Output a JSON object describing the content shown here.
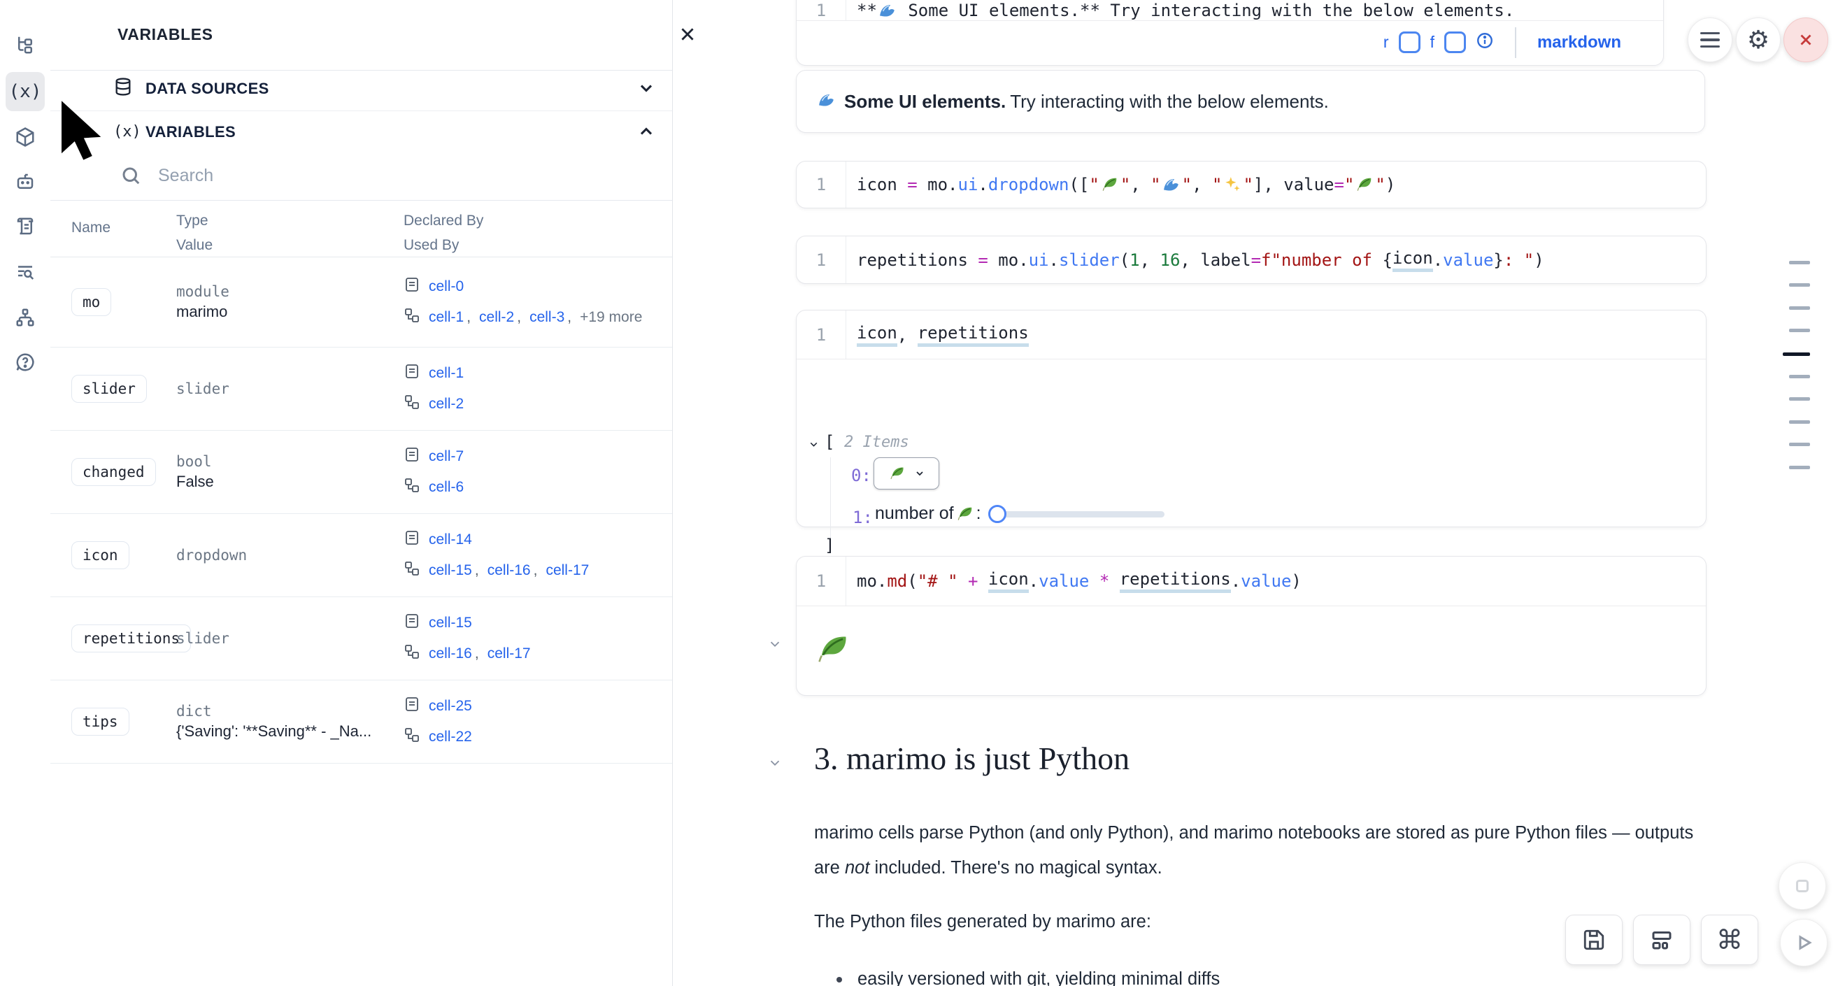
{
  "panel": {
    "title": "VARIABLES",
    "data_sources_label": "DATA SOURCES",
    "variables_label": "VARIABLES",
    "search_placeholder": "Search",
    "headers": {
      "name": "Name",
      "type": "Type",
      "value": "Value",
      "declared": "Declared By",
      "used": "Used By"
    },
    "rows": [
      {
        "name": "mo",
        "type": "module",
        "value": "marimo",
        "declared": [
          "cell-0"
        ],
        "used": [
          "cell-1",
          "cell-2",
          "cell-3"
        ],
        "used_suffix": "+19 more"
      },
      {
        "name": "slider",
        "type": "slider",
        "value": "",
        "declared": [
          "cell-1"
        ],
        "used": [
          "cell-2"
        ]
      },
      {
        "name": "changed",
        "type": "bool",
        "value": "False",
        "declared": [
          "cell-7"
        ],
        "used": [
          "cell-6"
        ]
      },
      {
        "name": "icon",
        "type": "dropdown",
        "value": "",
        "declared": [
          "cell-14"
        ],
        "used": [
          "cell-15",
          "cell-16",
          "cell-17"
        ]
      },
      {
        "name": "repetitions",
        "type": "slider",
        "value": "",
        "declared": [
          "cell-15"
        ],
        "used": [
          "cell-16",
          "cell-17"
        ]
      },
      {
        "name": "tips",
        "type": "dict",
        "value": "{'Saving': '**Saving** - _Na...",
        "declared": [
          "cell-25"
        ],
        "used": [
          "cell-22"
        ]
      }
    ]
  },
  "rail": {
    "items": [
      "file-tree",
      "variables",
      "packages",
      "ai-assistant",
      "snippets",
      "logs",
      "dependency-graph",
      "help"
    ],
    "active": "variables",
    "variables_glyph": "(x)"
  },
  "notebook": {
    "top_cell": {
      "line_no": "1",
      "tokens": [
        {
          "t": "**",
          "c": "v"
        },
        {
          "i": "wave"
        },
        {
          "t": " Some UI elements.** Try interacting with the below elements.",
          "c": "v"
        }
      ],
      "toolbar": {
        "r_label": "r",
        "f_label": "f",
        "mode_label": "markdown"
      }
    },
    "md_output": {
      "bold": "Some UI elements.",
      "rest": " Try interacting with the below elements."
    },
    "cells": [
      {
        "line_no": "1",
        "tokens": [
          {
            "t": "icon ",
            "c": "v"
          },
          {
            "t": "=",
            "c": "o"
          },
          {
            "t": " mo.",
            "c": "v"
          },
          {
            "t": "ui",
            "c": "fn"
          },
          {
            "t": ".",
            "c": "v"
          },
          {
            "t": "dropdown",
            "c": "fn"
          },
          {
            "t": "([",
            "c": "v"
          },
          {
            "t": "\"",
            "c": "s"
          },
          {
            "i": "leaf"
          },
          {
            "t": "\"",
            "c": "s"
          },
          {
            "t": ", ",
            "c": "v"
          },
          {
            "t": "\"",
            "c": "s"
          },
          {
            "i": "wave"
          },
          {
            "t": "\"",
            "c": "s"
          },
          {
            "t": ", ",
            "c": "v"
          },
          {
            "t": "\"",
            "c": "s"
          },
          {
            "i": "sparkles"
          },
          {
            "t": "\"",
            "c": "s"
          },
          {
            "t": "], value",
            "c": "v"
          },
          {
            "t": "=",
            "c": "o"
          },
          {
            "t": "\"",
            "c": "s"
          },
          {
            "i": "leaf"
          },
          {
            "t": "\"",
            "c": "s"
          },
          {
            "t": ")",
            "c": "v"
          }
        ]
      },
      {
        "line_no": "1",
        "tokens": [
          {
            "t": "repetitions ",
            "c": "v"
          },
          {
            "t": "=",
            "c": "o"
          },
          {
            "t": " mo.",
            "c": "v"
          },
          {
            "t": "ui",
            "c": "fn"
          },
          {
            "t": ".",
            "c": "v"
          },
          {
            "t": "slider",
            "c": "fn"
          },
          {
            "t": "(",
            "c": "v"
          },
          {
            "t": "1",
            "c": "n"
          },
          {
            "t": ", ",
            "c": "v"
          },
          {
            "t": "16",
            "c": "n"
          },
          {
            "t": ", label",
            "c": "v"
          },
          {
            "t": "=",
            "c": "o"
          },
          {
            "t": "f",
            "c": "s"
          },
          {
            "t": "\"number of ",
            "c": "s"
          },
          {
            "t": "{",
            "c": "v"
          },
          {
            "t": "icon",
            "c": "u"
          },
          {
            "t": ".",
            "c": "v"
          },
          {
            "t": "value",
            "c": "fn"
          },
          {
            "t": "}",
            "c": "v"
          },
          {
            "t": ": \"",
            "c": "s"
          },
          {
            "t": ")",
            "c": "v"
          }
        ]
      },
      {
        "line_no": "1",
        "tokens": [
          {
            "t": "icon",
            "c": "u"
          },
          {
            "t": ", ",
            "c": "v"
          },
          {
            "t": "repetitions",
            "c": "u"
          }
        ]
      },
      {
        "line_no": "1",
        "tokens": [
          {
            "t": "mo.",
            "c": "v"
          },
          {
            "t": "md",
            "c": "s"
          },
          {
            "t": "(",
            "c": "v"
          },
          {
            "t": "\"# \"",
            "c": "s"
          },
          {
            "t": " ",
            "c": "v"
          },
          {
            "t": "+",
            "c": "o"
          },
          {
            "t": " ",
            "c": "v"
          },
          {
            "t": "icon",
            "c": "u"
          },
          {
            "t": ".",
            "c": "v"
          },
          {
            "t": "value",
            "c": "fn"
          },
          {
            "t": " ",
            "c": "v"
          },
          {
            "t": "*",
            "c": "o"
          },
          {
            "t": " ",
            "c": "v"
          },
          {
            "t": "repetitions",
            "c": "u"
          },
          {
            "t": ".",
            "c": "v"
          },
          {
            "t": "value",
            "c": "fn"
          },
          {
            "t": ")",
            "c": "v"
          }
        ]
      }
    ],
    "tree_output": {
      "open_bracket": "[",
      "items_label": "2 Items",
      "close_bracket": "]",
      "index0": "0:",
      "index1": "1:",
      "slider_prefix": "number of",
      "slider_colon": ":"
    },
    "section3": {
      "heading": "3. marimo is just Python",
      "para1": [
        {
          "t": "marimo cells parse Python (and only Python), and marimo notebooks are stored as pure Python files — outputs are "
        },
        {
          "t": "not",
          "i": true
        },
        {
          "t": " included. There's no magical syntax."
        }
      ],
      "para2": "The Python files generated by marimo are:",
      "bullet1": "easily versioned with git, yielding minimal diffs"
    },
    "minimap": {
      "count": 10,
      "active_index": 4
    }
  },
  "colors": {
    "accent_blue": "#2563eb",
    "code_blue": "#4078f2",
    "code_red": "#a31515",
    "code_green": "#1b7a3c",
    "code_magenta": "#b32ab3",
    "danger": "#c63a3a"
  }
}
